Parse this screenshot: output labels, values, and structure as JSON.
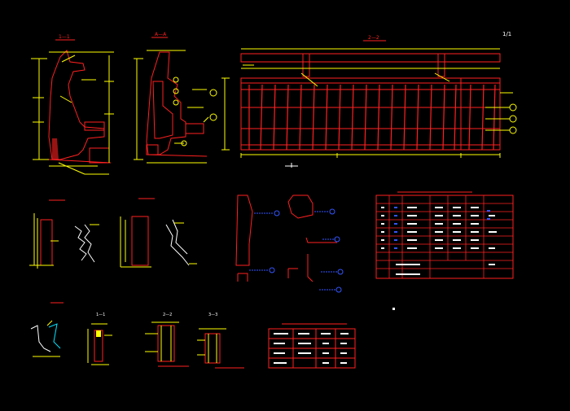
{
  "sheet": {
    "page_label": "1/1"
  },
  "labels": {
    "view_a": "1—1",
    "view_b": "A—A",
    "top_title": "2—2",
    "tiny_1": "1—1",
    "tiny_2": "2—2",
    "tiny_3": "3—3"
  },
  "colors": {
    "background": "#000000",
    "outline": "#ff2020",
    "dimension": "#ffff00",
    "reinforcement_label": "#3355ff",
    "callout": "#00ff66",
    "rebar_blue": "#2a5cff",
    "cyan": "#00e5ff",
    "white": "#ffffff"
  },
  "tables": {
    "rebar_table": {
      "rows": 8,
      "columns": 8
    },
    "materials_table": {
      "rows": 4,
      "columns": 4
    }
  }
}
